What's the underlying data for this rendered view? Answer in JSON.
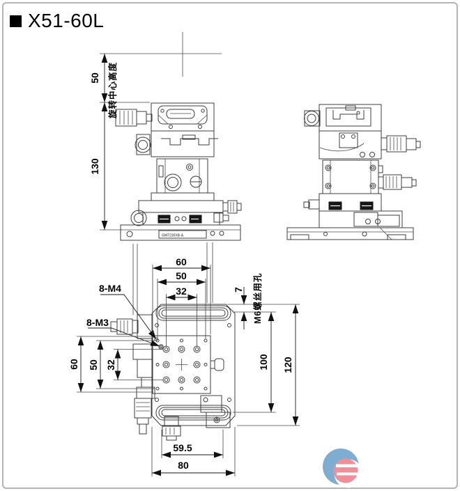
{
  "title": {
    "text": "X51-60L"
  },
  "views": {
    "front": {
      "nameplate": "GMT230XB-A",
      "dims": {
        "height_50": "50",
        "height_130": "130",
        "rotation_center": "旋转中心高度"
      }
    },
    "top": {
      "labels": {
        "m4": "8-M4",
        "m3": "8-M3"
      },
      "dims": {
        "top_60": "60",
        "top_50": "50",
        "top_32": "32",
        "left_60": "60",
        "left_50": "50",
        "left_32": "32",
        "right_7": "7",
        "m6_label": "M6螺丝用孔",
        "right_100": "100",
        "right_120": "120",
        "bottom_59_5": "59.5",
        "bottom_80": "80"
      }
    }
  },
  "logo": {
    "blue": "#7fadd1",
    "pink": "#ef8f99"
  }
}
